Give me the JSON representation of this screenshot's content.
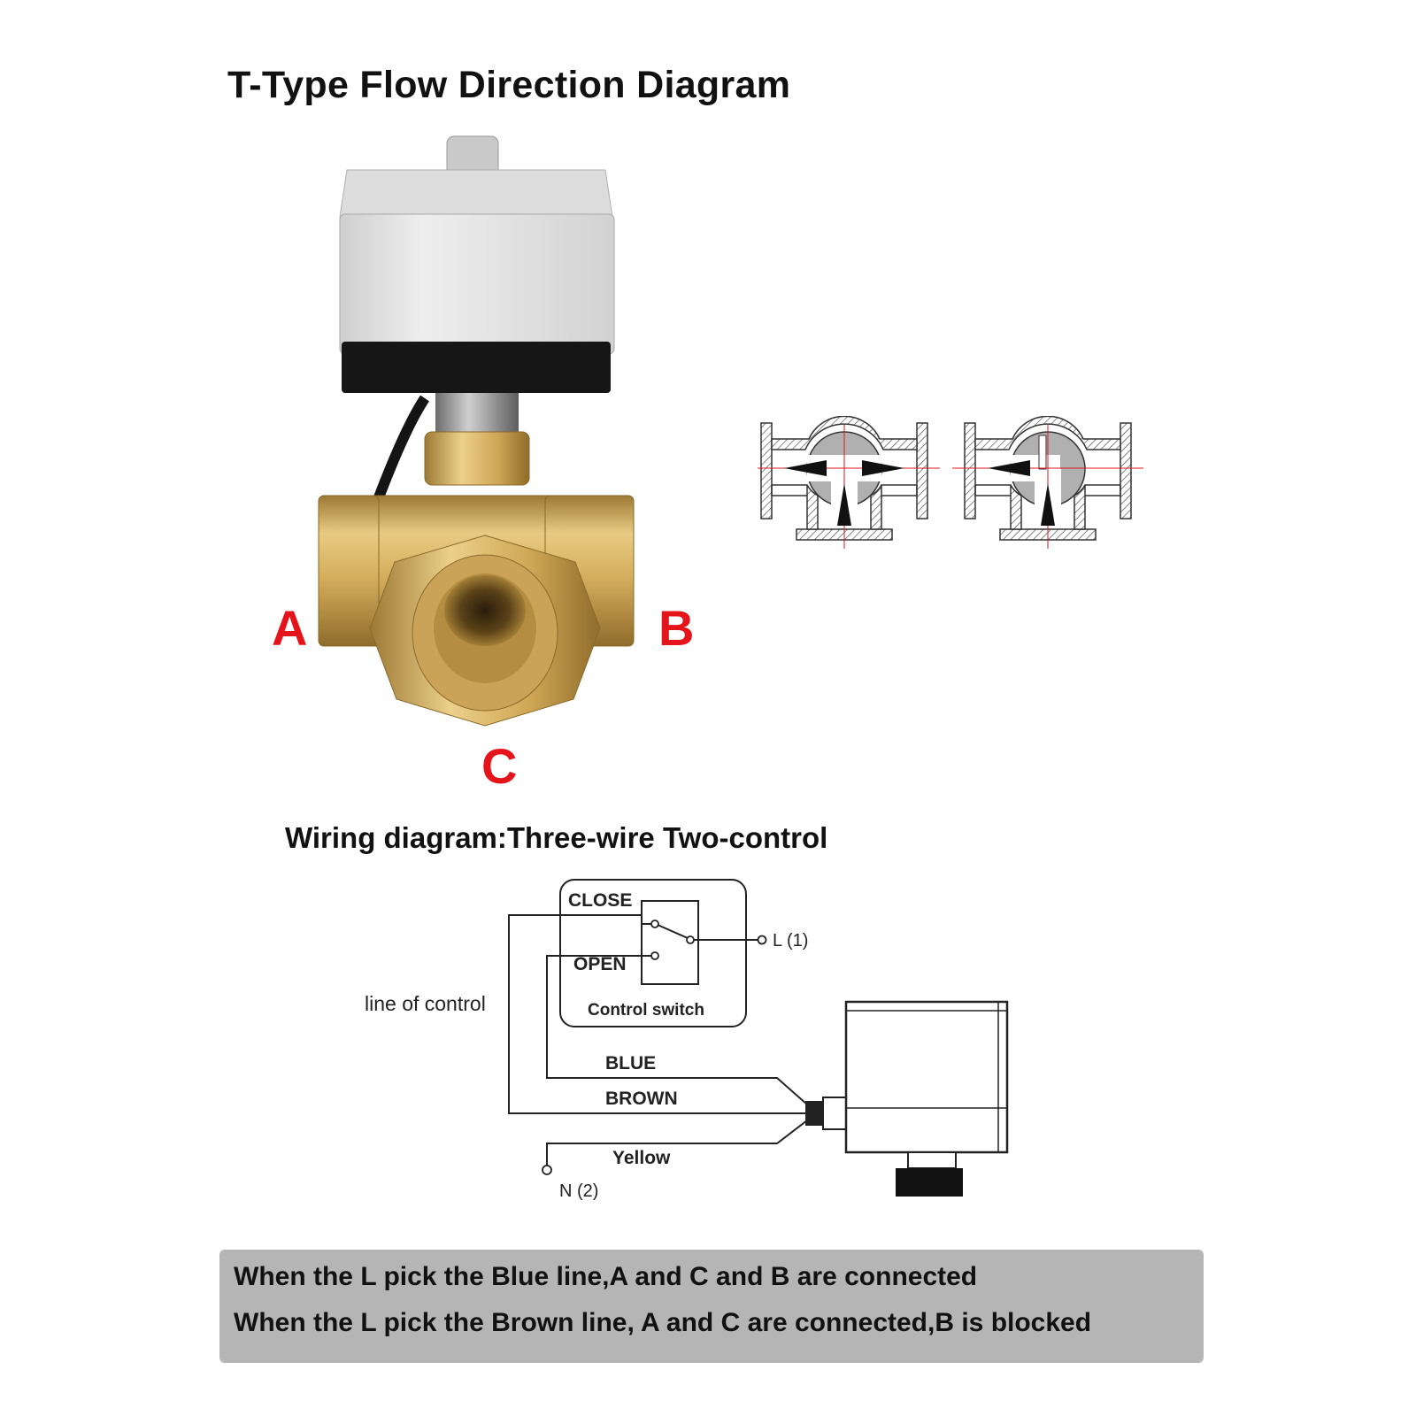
{
  "title": "T-Type Flow Direction Diagram",
  "ports": {
    "a": "A",
    "b": "B",
    "c": "C"
  },
  "wiring": {
    "title": "Wiring diagram:Three-wire Two-control",
    "close": "CLOSE",
    "open": "OPEN",
    "control_switch": "Control switch",
    "line_of_control": "line of control",
    "l_terminal": "L (1)",
    "n_terminal": "N (2)",
    "blue": "BLUE",
    "brown": "BROWN",
    "yellow": "Yellow"
  },
  "notes": {
    "line1": "When the L pick the Blue line,A and C and B are connected",
    "line2": "When the L pick the Brown line, A and C are connected,B is blocked"
  },
  "colors": {
    "port_label": "#e5141b",
    "brass": "#d8b366",
    "actuator_grey": "#e6e6e6",
    "note_background": "#b5b5b5",
    "flow_axis": "#e5141b"
  }
}
